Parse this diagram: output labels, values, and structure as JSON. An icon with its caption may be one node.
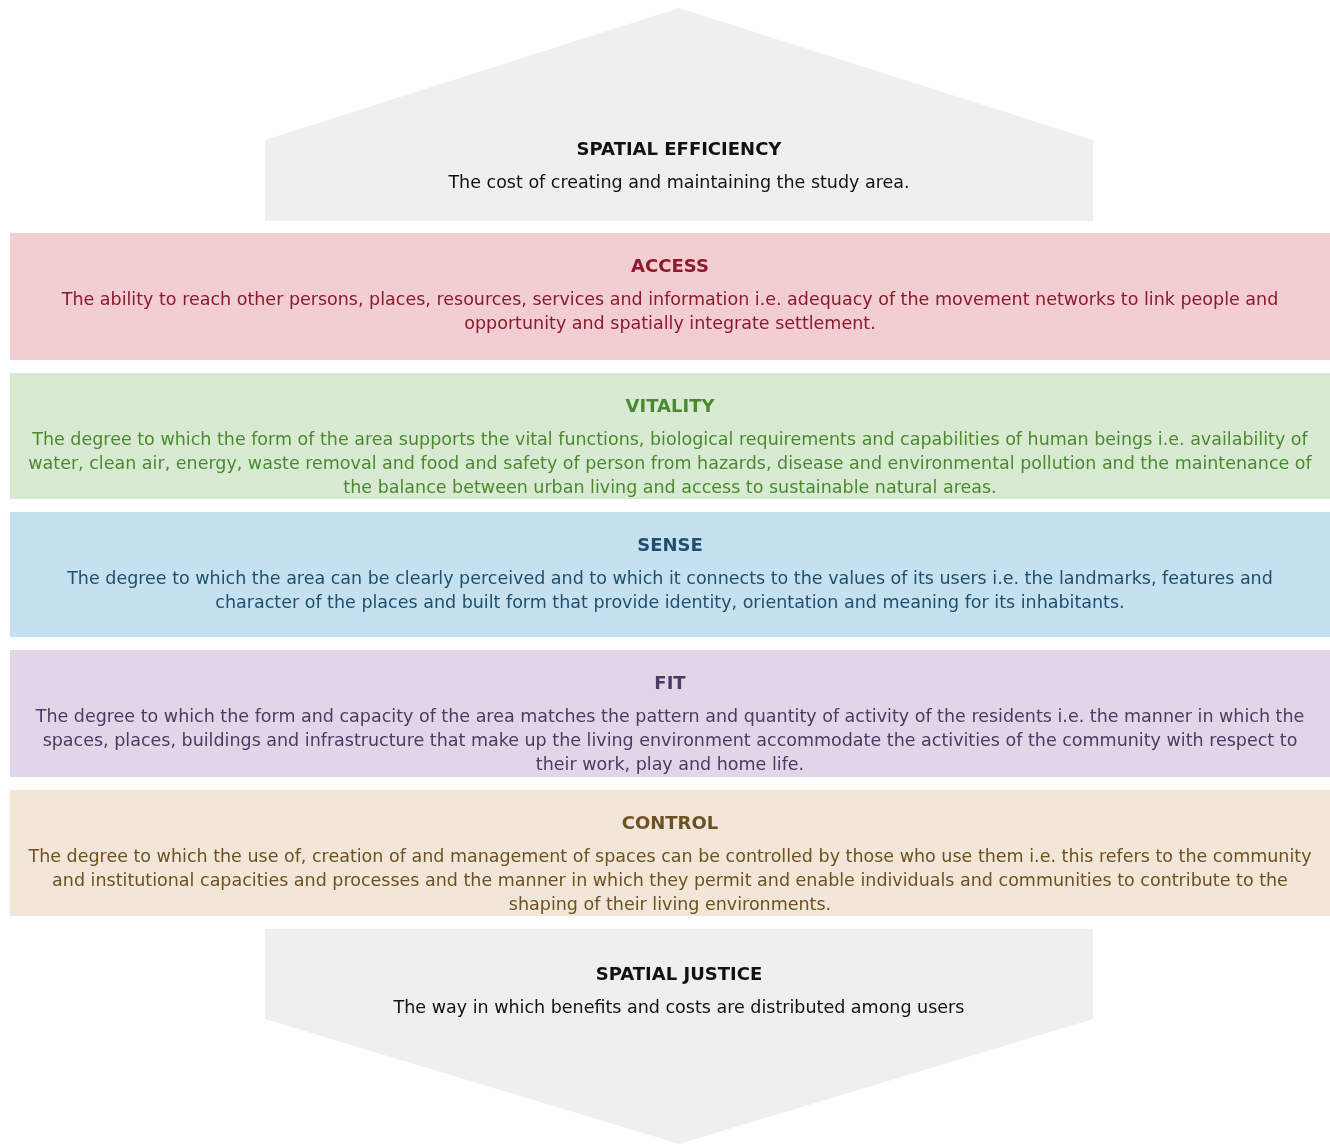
{
  "diagram": {
    "nodes": [
      {
        "text": [
          "SPATIAL EFFICIENCY",
          "The cost of creating and maintaining the study area."
        ]
      },
      {
        "text": [
          "ACCESS",
          "The ability to reach other persons, places, resources, services and information i.e. adequacy of the movement networks to link people and opportunity and spatially integrate settlement."
        ]
      },
      {
        "text": [
          "VITALITY",
          "The degree to which the form of the area supports the vital functions, biological requirements and capabilities of human beings i.e. availability of water, clean air, energy, waste removal and food and safety of person from hazards, disease and environmental pollution and the maintenance of the balance between urban living and access to sustainable natural areas."
        ]
      },
      {
        "text": [
          "SENSE",
          "The degree to which the area can be clearly perceived and to which it connects to the values of its users i.e. the landmarks, features and character of the places and built form that provide identity, orientation and meaning for its inhabitants."
        ]
      },
      {
        "text": [
          "FIT",
          "The degree to which the form and capacity of the area matches the pattern and quantity of activity of the residents i.e. the manner in which the spaces, places, buildings and infrastructure that make up the living environment accommodate the activities of the community with respect to their work, play and home life."
        ]
      },
      {
        "text": [
          "CONTROL",
          "The degree to which the use of, creation of and management of spaces can be controlled by those who use them i.e. this refers to the community and institutional capacities and processes and the manner in which they permit and enable individuals and communities to contribute to the shaping of their living environments."
        ]
      },
      {
        "text": [
          "SPATIAL JUSTICE",
          "The way in which benefits and costs are distributed among users"
        ]
      }
    ]
  }
}
